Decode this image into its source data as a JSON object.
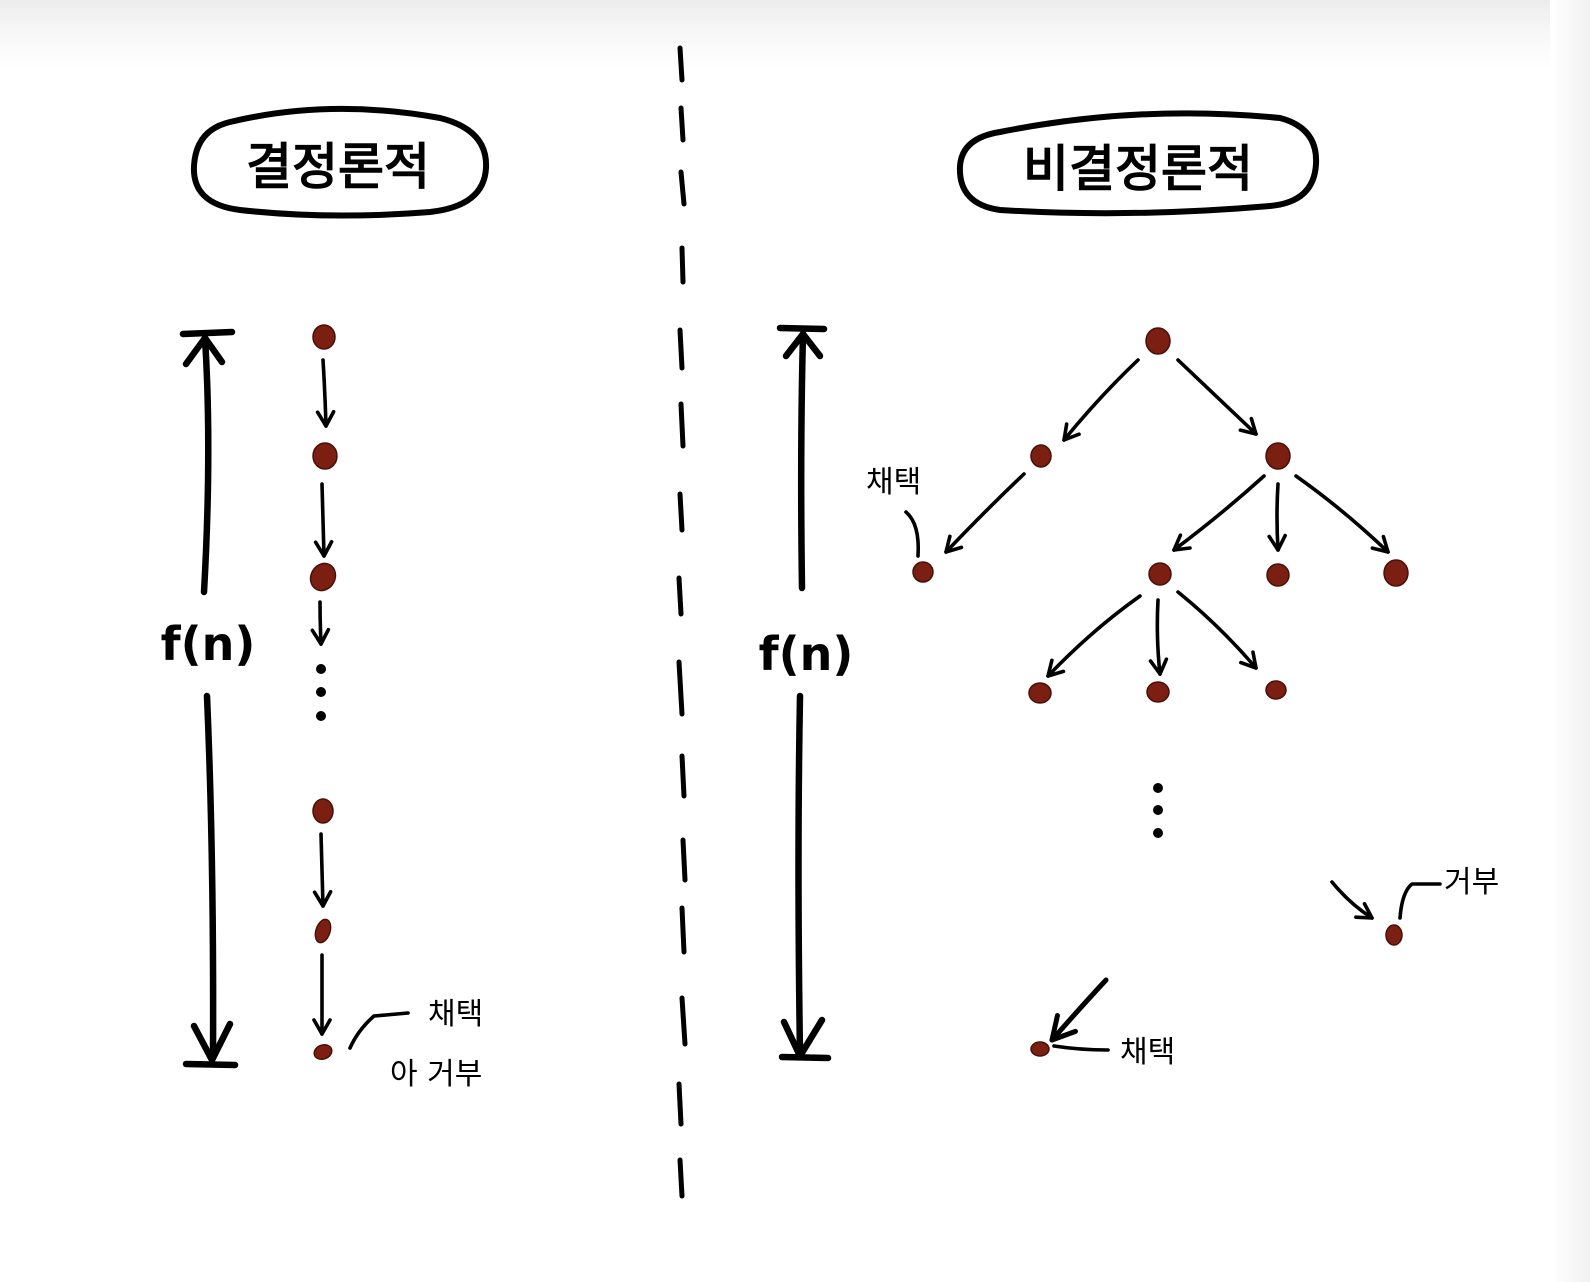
{
  "left_panel": {
    "title": "결정론적",
    "complexity_label": "f(n)",
    "accept_label": "채택",
    "or_reject_label": "아 거부"
  },
  "right_panel": {
    "title": "비결정론적",
    "complexity_label": "f(n)",
    "accept_label_upper": "채택",
    "reject_label": "거부",
    "accept_label_lower": "채택"
  },
  "colors": {
    "node": "#7a1f12",
    "ink": "#000000",
    "background": "#ffffff"
  }
}
